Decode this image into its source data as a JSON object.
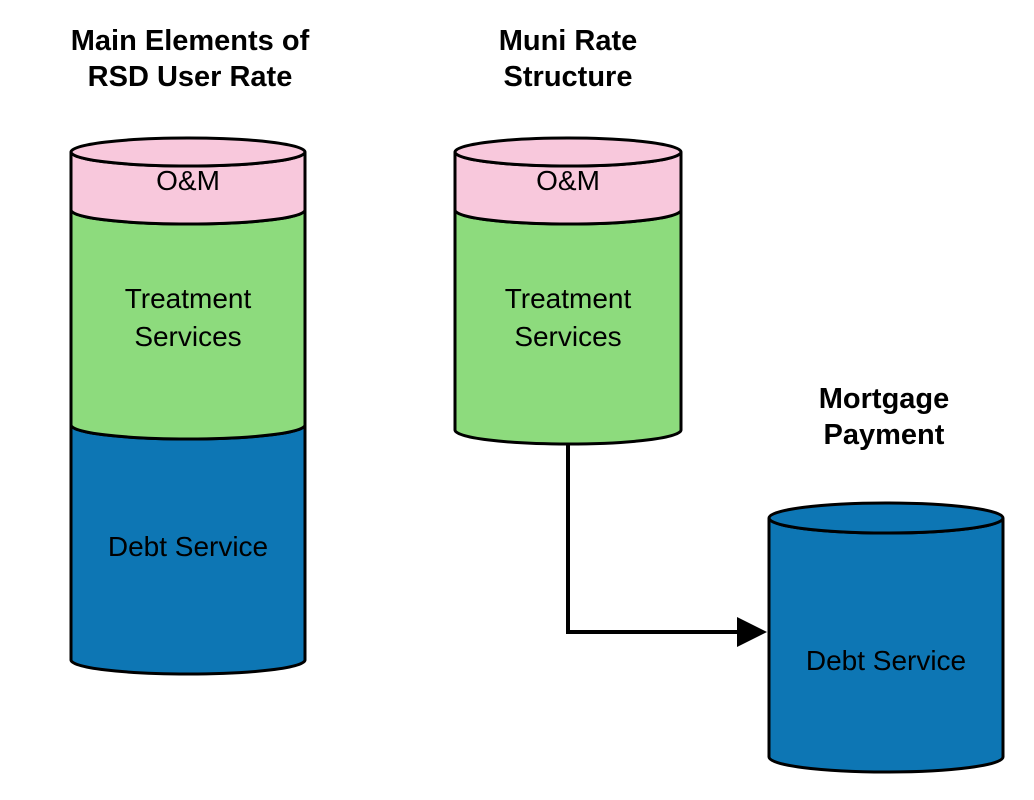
{
  "diagram": {
    "background": "#FFFFFF",
    "titles": {
      "left": [
        "Main Elements of",
        "RSD User Rate"
      ],
      "middle": [
        "Muni Rate",
        "Structure"
      ],
      "right": [
        "Mortgage",
        "Payment"
      ]
    },
    "labels": {
      "om": "O&M",
      "treatment": [
        "Treatment",
        "Services"
      ],
      "debt": "Debt Service"
    },
    "colors": {
      "om_fill": "#F8C8DC",
      "treatment_fill": "#8DDB7D",
      "debt_fill": "#0D76B4",
      "outline": "#000000"
    },
    "structure": {
      "cylinders": [
        {
          "title": "Main Elements of RSD User Rate",
          "segments": [
            "O&M",
            "Treatment Services",
            "Debt Service"
          ]
        },
        {
          "title": "Muni Rate Structure",
          "segments": [
            "O&M",
            "Treatment Services"
          ]
        },
        {
          "title": "Mortgage Payment",
          "segments": [
            "Debt Service"
          ]
        }
      ],
      "arrow": "Muni Rate Structure bottom connects to Mortgage Payment (Debt Service) cylinder"
    }
  }
}
